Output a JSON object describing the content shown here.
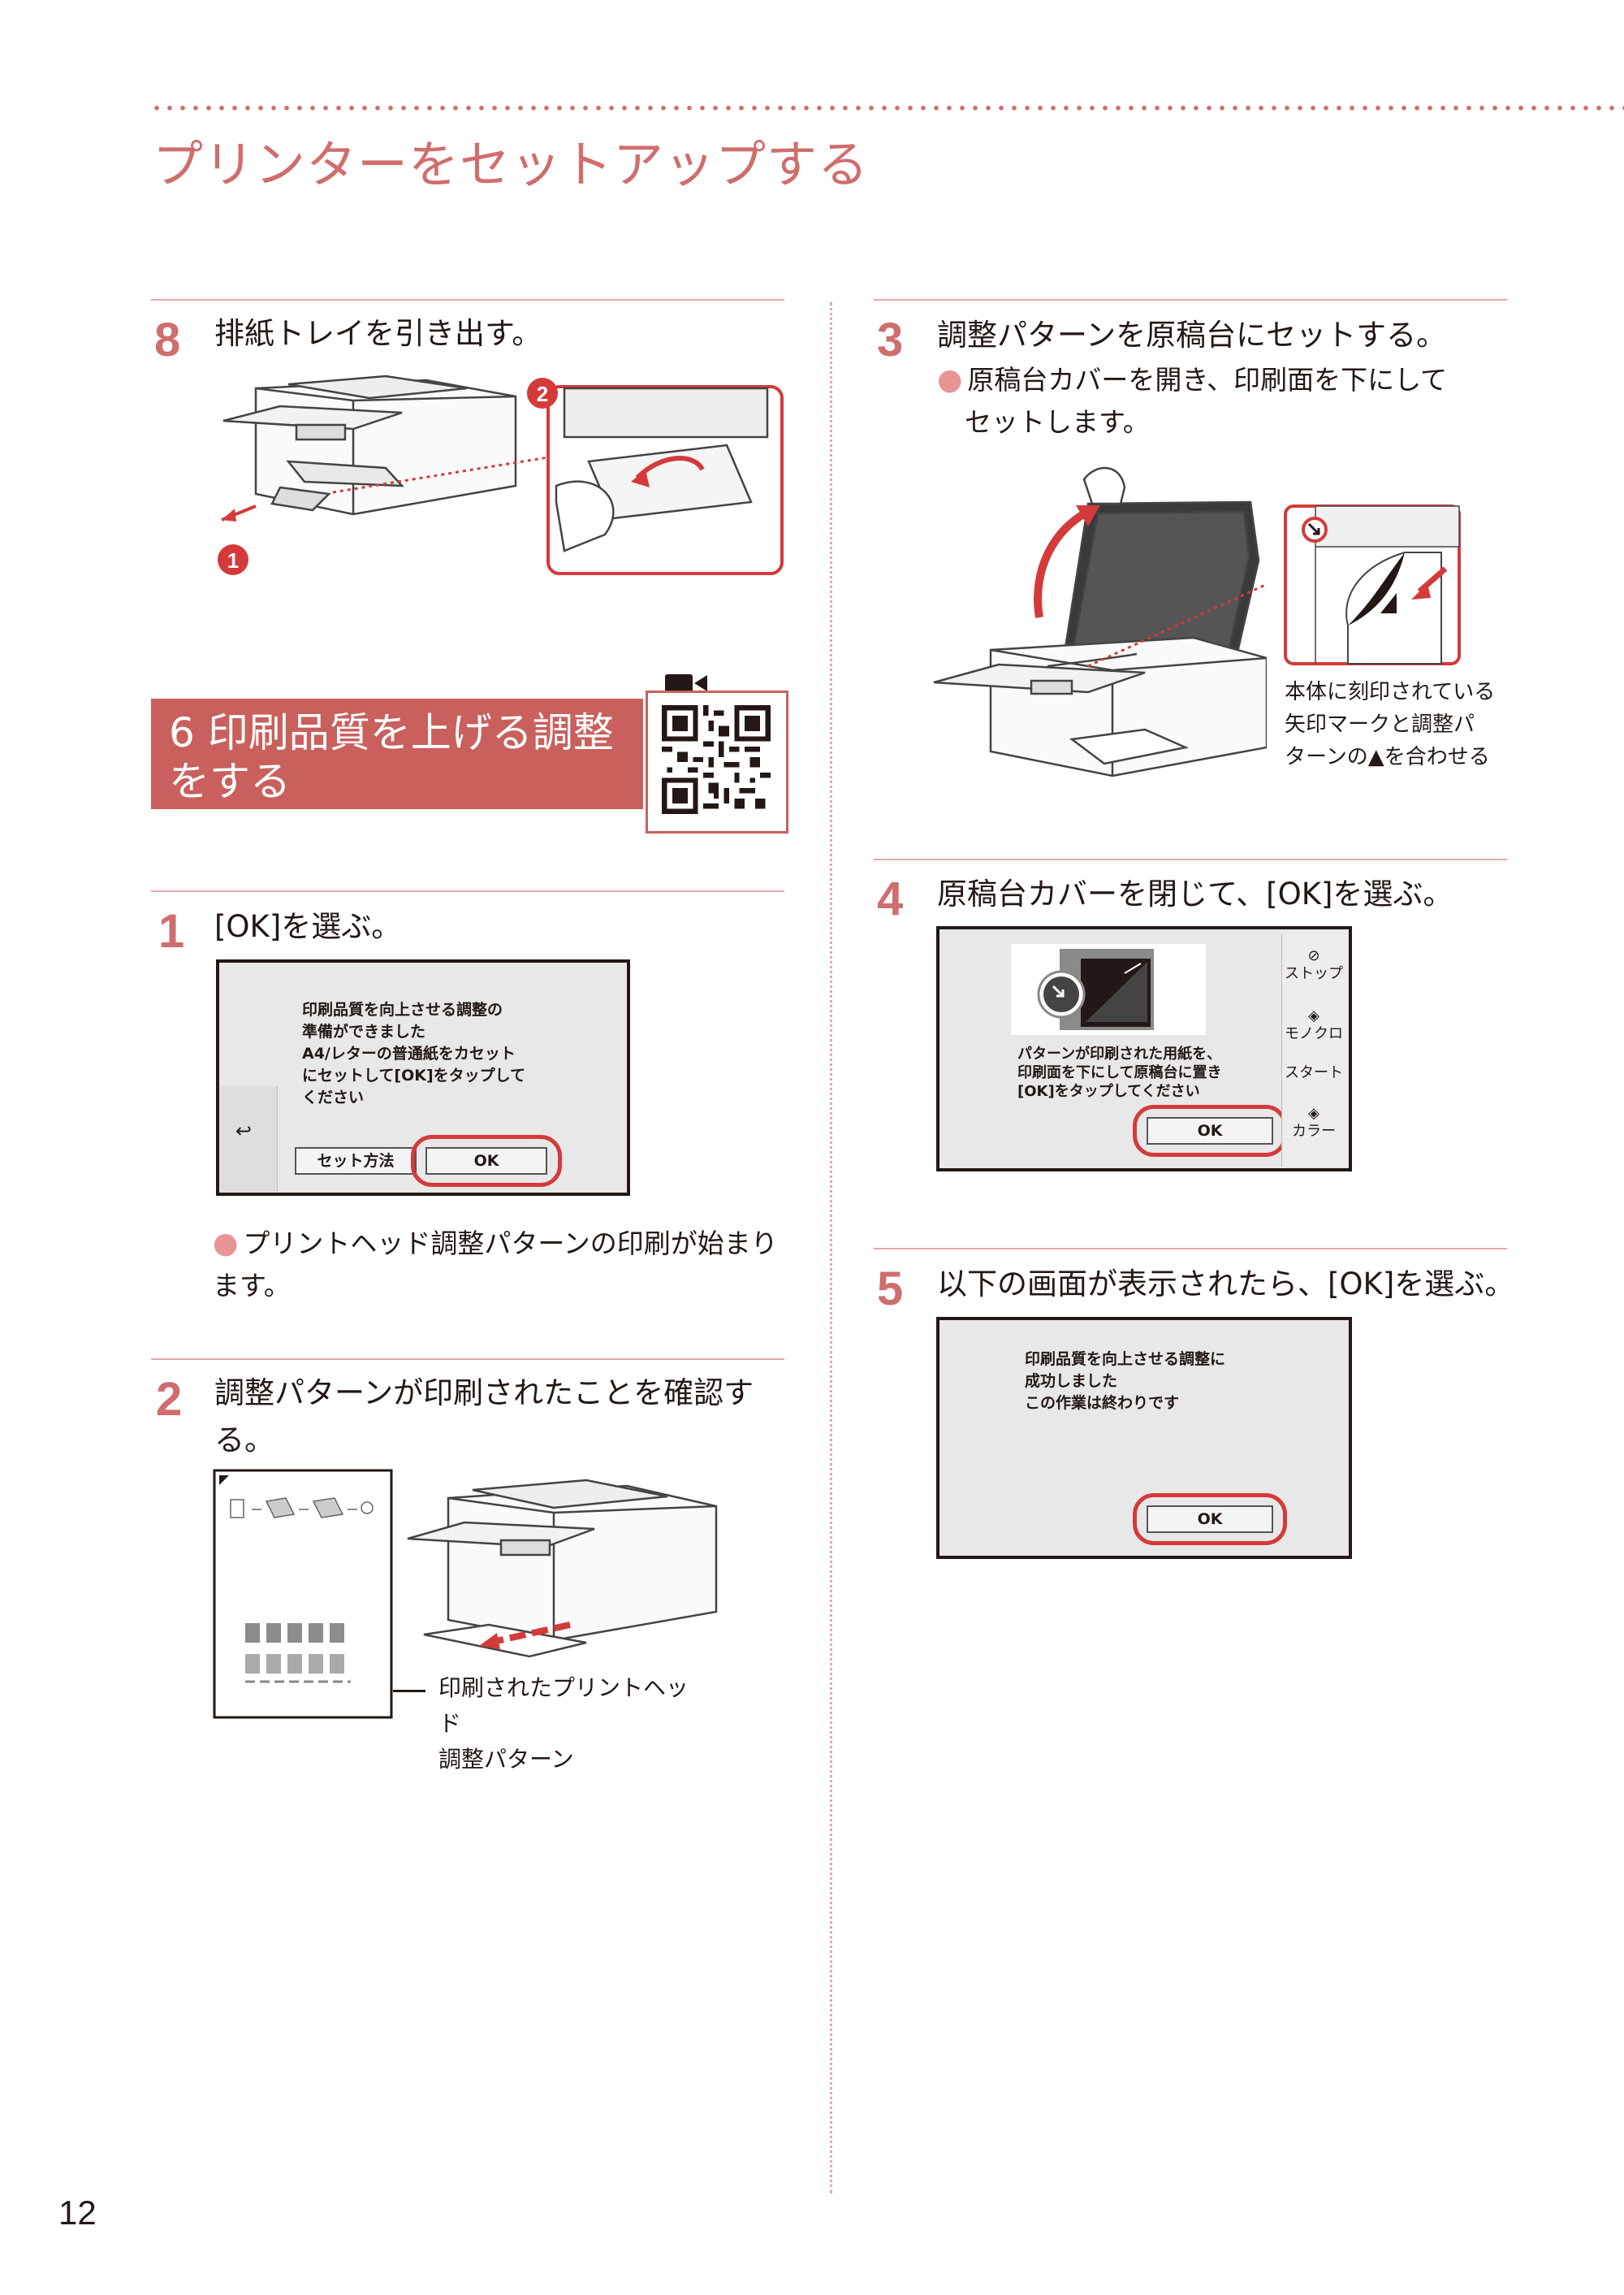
{
  "header": {
    "title": "プリンターをセットアップする"
  },
  "left": {
    "step8": {
      "num": "8",
      "text": "排紙トレイを引き出す。",
      "badge1": "1",
      "badge2": "2"
    },
    "section": {
      "title": "6 印刷品質を上げる調整をする",
      "video_icon": "video-camera-icon",
      "qr_icon": "qr-code-icon"
    },
    "step1": {
      "num": "1",
      "text": "[OK]を選ぶ。",
      "screen_lines": [
        "印刷品質を向上させる調整の",
        "準備ができました",
        "A4/レターの普通紙をカセット",
        "にセットして[OK]をタップして",
        "ください"
      ],
      "back_symbol": "↩",
      "howto_button": "セット方法",
      "ok_button": "OK",
      "bullet": "プリントヘッド調整パターンの印刷が始まります。"
    },
    "step2": {
      "num": "2",
      "text": "調整パターンが印刷されたことを確認する。",
      "caption_lines": [
        "印刷されたプリントヘッド",
        "調整パターン"
      ]
    }
  },
  "right": {
    "step3": {
      "num": "3",
      "text": "調整パターンを原稿台にセットする。",
      "bullet_lines": [
        "原稿台カバーを開き、印刷面を下にして",
        "セットします。"
      ],
      "caption_lines": [
        "本体に刻印されている",
        "矢印マークと調整パ",
        "ターンの▲を合わせる"
      ]
    },
    "step4": {
      "num": "4",
      "text": "原稿台カバーを閉じて、[OK]を選ぶ。",
      "screen_lines": [
        "パターンが印刷された用紙を、",
        "印刷面を下にして原稿台に置き",
        "[OK]をタップしてください"
      ],
      "ok_button": "OK",
      "side_buttons": [
        "ストップ",
        "モノクロ",
        "スタート",
        "カラー"
      ]
    },
    "step5": {
      "num": "5",
      "text": "以下の画面が表示されたら、[OK]を選ぶ。",
      "screen_lines": [
        "印刷品質を向上させる調整に",
        "成功しました",
        "この作業は終わりです"
      ],
      "ok_button": "OK"
    }
  },
  "footer": {
    "page_number": "12"
  },
  "colors": {
    "accent": "#d06d6d",
    "section_bg": "#c9605d",
    "highlight_red": "#d43a3a"
  }
}
